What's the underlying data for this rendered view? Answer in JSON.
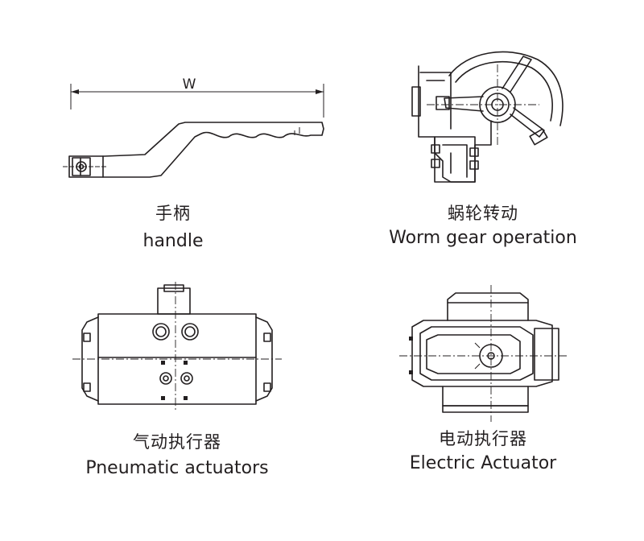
{
  "panels": [
    {
      "id": "handle",
      "cn": "手柄",
      "en": "handle",
      "dimension_label": "W",
      "icon": "handle-drawing"
    },
    {
      "id": "worm",
      "cn": "蜗轮转动",
      "en": "Worm gear operation",
      "icon": "worm-gear-drawing"
    },
    {
      "id": "pneumatic",
      "cn": "气动执行器",
      "en": "Pneumatic actuators",
      "icon": "pneumatic-actuator-drawing"
    },
    {
      "id": "electric",
      "cn": "电动执行器",
      "en": "Electric Actuator",
      "icon": "electric-actuator-drawing"
    }
  ]
}
